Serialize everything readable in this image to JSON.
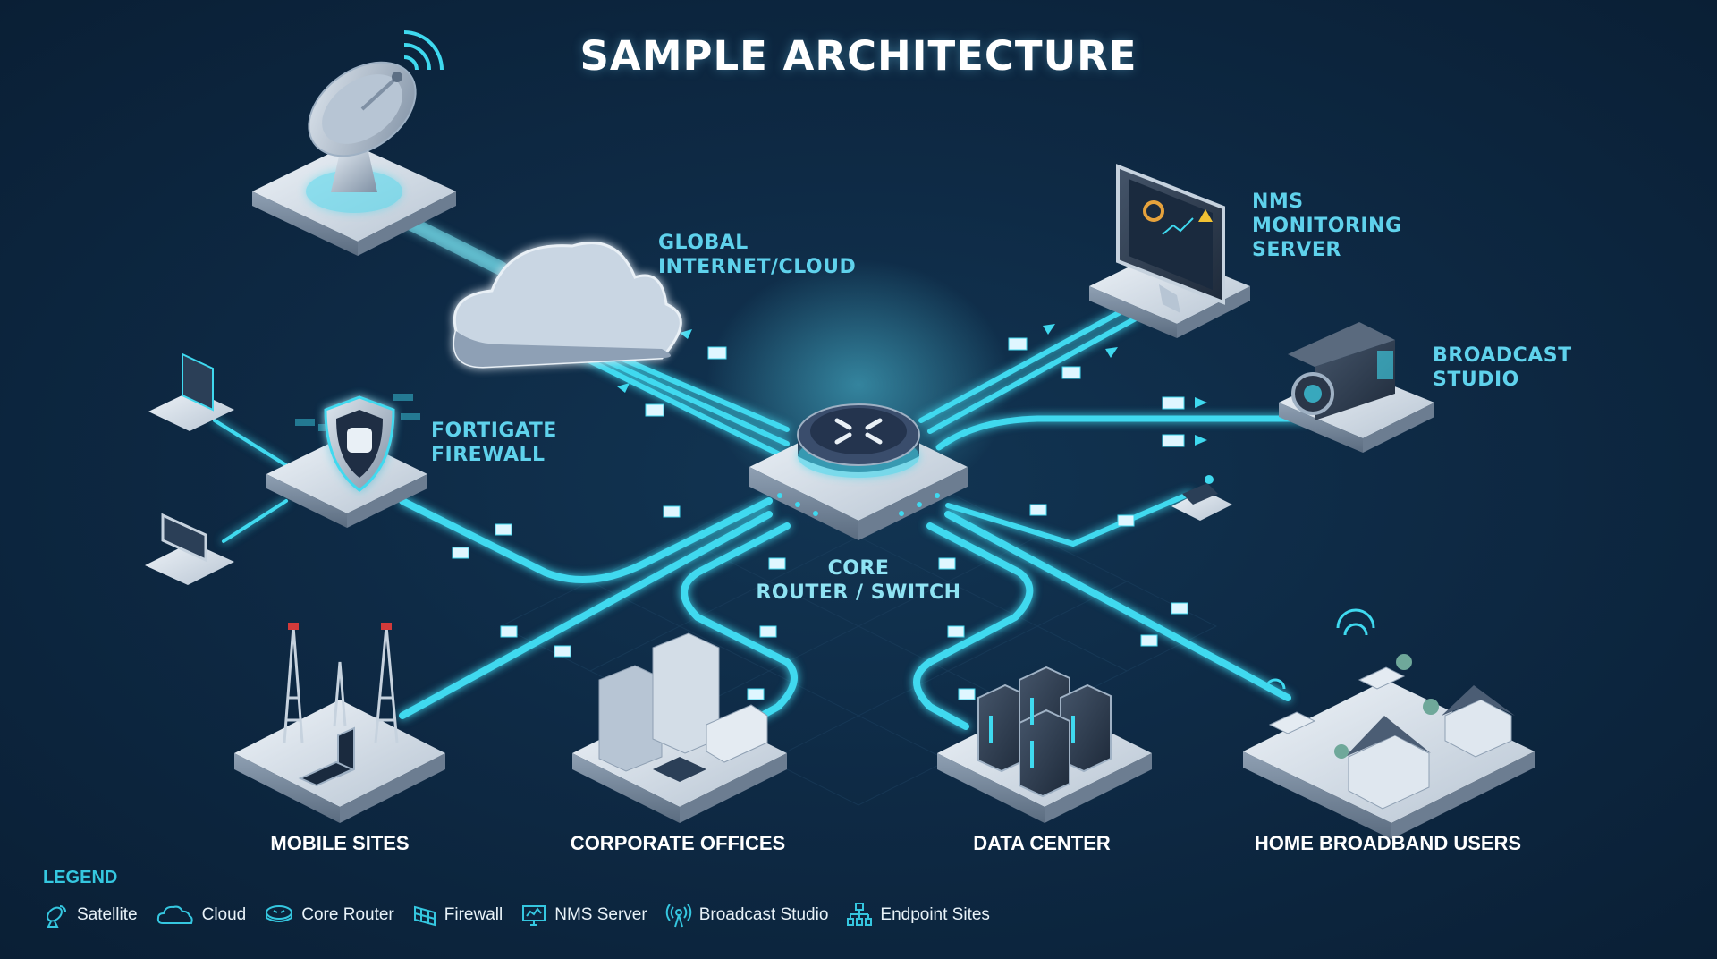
{
  "title": "SAMPLE ARCHITECTURE",
  "nodes": {
    "cloud": "GLOBAL\nINTERNET/CLOUD",
    "nms": "NMS\nMONITORING\nSERVER",
    "broadcast": "BROADCAST\nSTUDIO",
    "firewall": "FORTIGATE\nFIREWALL",
    "core": "CORE\nROUTER / SWITCH"
  },
  "sites": {
    "mobile": "MOBILE SITES",
    "corporate": "CORPORATE OFFICES",
    "datacenter": "DATA CENTER",
    "home": "HOME BROADBAND USERS"
  },
  "legend": {
    "title": "LEGEND",
    "items": [
      {
        "label": "Satellite",
        "icon": "satellite-icon"
      },
      {
        "label": "Cloud",
        "icon": "cloud-icon"
      },
      {
        "label": "Core Router",
        "icon": "core-router-icon"
      },
      {
        "label": "Firewall",
        "icon": "firewall-icon"
      },
      {
        "label": "NMS Server",
        "icon": "nms-server-icon"
      },
      {
        "label": "Broadcast Studio",
        "icon": "broadcast-icon"
      },
      {
        "label": "Endpoint Sites",
        "icon": "endpoint-sites-icon"
      }
    ]
  },
  "colors": {
    "background": "#0e2a45",
    "accent": "#35c7e0",
    "link_glow": "#48e6f5",
    "platform": "#cfd8e3",
    "label_text": "#5fd2ec"
  }
}
